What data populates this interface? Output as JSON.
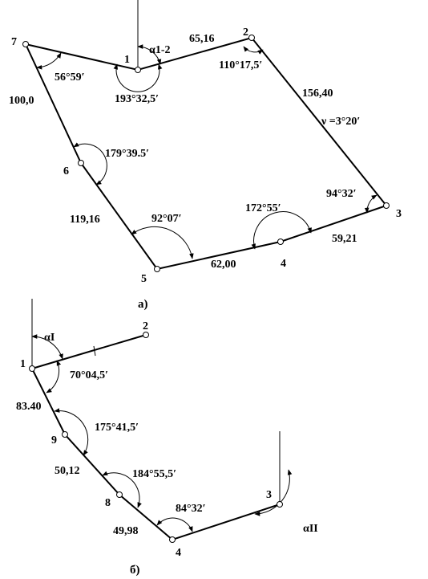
{
  "figure_a": {
    "caption": "а)",
    "points": {
      "p1": "1",
      "p2": "2",
      "p3": "3",
      "p4": "4",
      "p5": "5",
      "p6": "6",
      "p7": "7"
    },
    "angles": {
      "alpha12": "α1-2",
      "a1": "193°32,5′",
      "a2": "110°17,5′",
      "a3": "94°32′",
      "a4": "172°55′",
      "a5": "92°07′",
      "a6": "179°39.5′",
      "a7": "56°59′"
    },
    "distances": {
      "d12": "65,16",
      "d23": "156,40",
      "d34": "59,21",
      "d45": "62,00",
      "d56": "119,16",
      "d67": "100,0"
    },
    "misclosure": "ν =3°20′"
  },
  "figure_b": {
    "caption": "б)",
    "points": {
      "p1": "1",
      "p2": "2",
      "p9": "9",
      "p8": "8",
      "p4": "4",
      "p3": "3"
    },
    "angles": {
      "alpha_start": "αI",
      "alpha_end": "αII",
      "a1": "70°04,5′",
      "a9": "175°41,5′",
      "a8": "184°55,5′",
      "a4": "84°32′"
    },
    "distances": {
      "d19": "83.40",
      "d98": "50,12",
      "d84": "49,98"
    }
  }
}
